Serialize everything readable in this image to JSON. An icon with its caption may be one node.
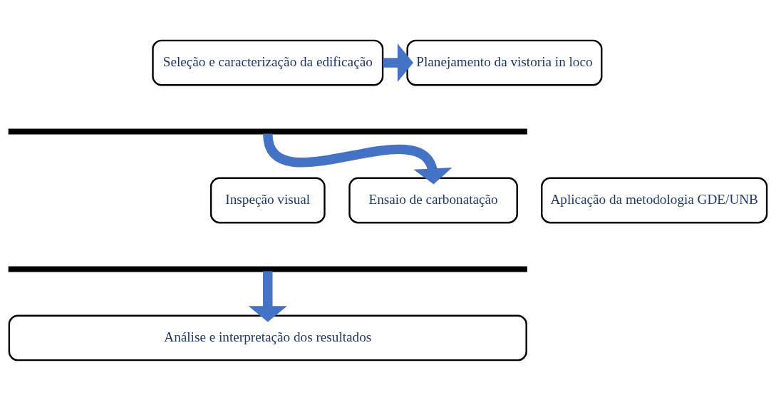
{
  "diagram": {
    "nodes": [
      {
        "text": [
          "Seleção e caracterização da edificação"
        ]
      },
      {
        "text": [
          "Planejamento da vistoria in loco"
        ]
      },
      {
        "text": [],
        "shape": "bar"
      },
      {
        "text": [
          "Inspeção visual"
        ]
      },
      {
        "text": [
          "Ensaio de carbonatação"
        ]
      },
      {
        "text": [
          "Aplicação da metodologia GDE/UNB"
        ]
      },
      {
        "text": [],
        "shape": "bar"
      },
      {
        "text": [
          "Análise e interpretação dos resultados"
        ]
      }
    ],
    "edges": [
      {
        "from": 0,
        "to": 1,
        "arrow": "to"
      },
      {
        "from": 2,
        "to": 4,
        "arrow": "to"
      },
      {
        "from": 6,
        "to": 7,
        "arrow": "to"
      }
    ]
  }
}
